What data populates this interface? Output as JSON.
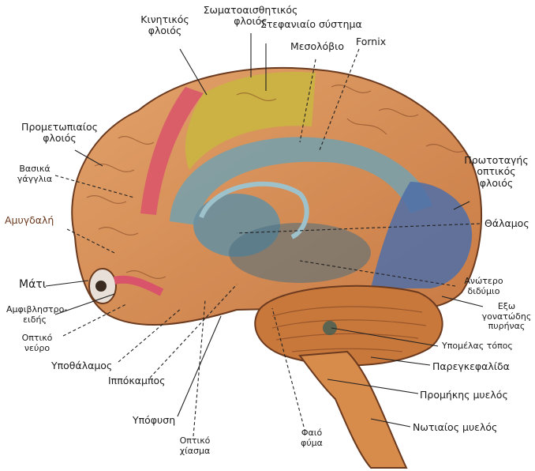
{
  "labels": {
    "motor_cortex": "Κινητικός\nφλοιός",
    "somatosensory_cortex": "Σωματοαισθητικός\nφλοιός",
    "limbic_system": "Στεφανιαίο σύστημα",
    "midbrain": "Μεσολόβιο",
    "fornix": "Fornix",
    "premotor_cortex": "Προμετωπιαίος\nφλοιός",
    "basal_ganglia": "Βασικά\nγάγγλια",
    "amygdala": "Αμυγδαλή",
    "primary_visual_cortex": "Πρωτοταγής\nοπτικός\nφλοιός",
    "thalamus": "Θάλαμος",
    "eye": "Μάτι",
    "retina": "Αμφιβληστρο-\nειδής",
    "optic_nerve": "Οπτικό\nνεύρο",
    "superior_colliculus": "Ανώτερο\nδιδύμιο",
    "lateral_geniculate": "Εξω\nγονατώδης\nπυρήνας",
    "hypothalamus": "Υποθάλαμος",
    "hippocampus": "Ιππόκαμπος",
    "cerebellar_peduncle": "Υπομέλας τόπος",
    "cerebellum": "Παρεγκεφαλίδα",
    "medulla": "Προμήκης μυελός",
    "pituitary": "Υπόφυση",
    "spinal_cord": "Νωτιαίος μυελός",
    "optic_chiasm": "Οπτικό\nχίασμα",
    "pineal": "Φαιό\nφύμα"
  },
  "colors": {
    "label_text": "#1a1a1a",
    "amygdala_text": "#6b3a1f",
    "cortex": "#d9935a",
    "motor_band": "#d9536a",
    "sensory_band": "#c9b640",
    "limbic_band": "#7aa0a8",
    "visual_cortex": "#4f6fa8",
    "cerebellum": "#c9783c",
    "brainstem": "#d88c4c",
    "thalamus": "#6a8f9f"
  }
}
